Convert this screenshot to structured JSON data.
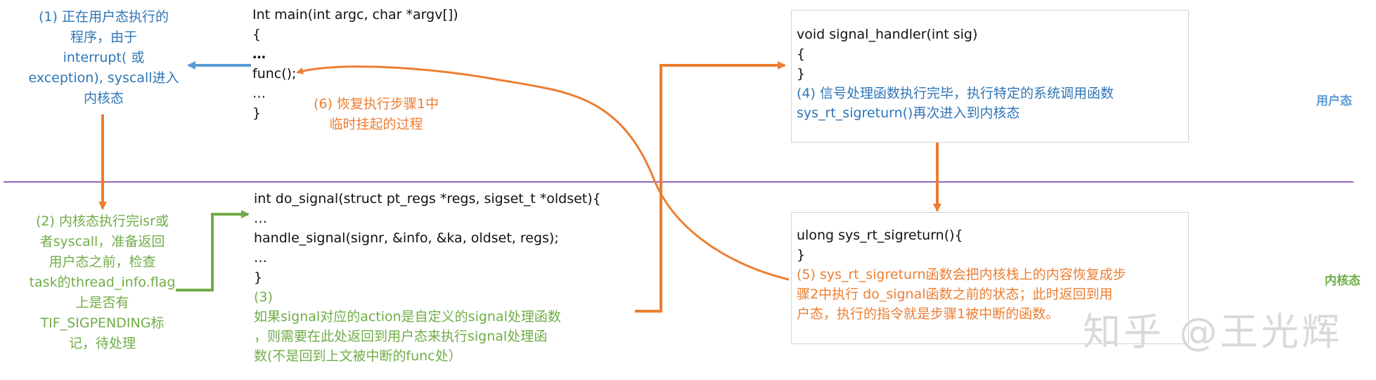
{
  "regions": {
    "user_label": "用户态",
    "kernel_label": "内核态"
  },
  "step1": {
    "lines": [
      "(1) 正在用户态执行的",
      "程序，由于",
      "interrupt( 或",
      "exception), syscall进入",
      "内核态"
    ]
  },
  "step2": {
    "lines": [
      "(2) 内核态执行完isr或",
      "者syscall，准备返回",
      "用户态之前，检查",
      "task的thread_info.flag",
      "上是否有",
      "TIF_SIGPENDING标",
      "记，待处理"
    ]
  },
  "main_code": {
    "lines": [
      "Int main(int argc, char *argv[])",
      "{",
      "…",
      "func();",
      "…",
      "}"
    ]
  },
  "step6": {
    "lines": [
      "(6) 恢复执行步骤1中",
      "临时挂起的过程"
    ]
  },
  "do_signal_code": {
    "lines": [
      "int do_signal(struct pt_regs *regs, sigset_t *oldset){",
      "…",
      "handle_signal(signr, &info, &ka, oldset, regs);",
      "…",
      "}"
    ]
  },
  "step3": {
    "lines": [
      "(3)",
      "如果signal对应的action是自定义的signal处理函数",
      "，则需要在此处返回到用户态来执行signal处理函",
      "数(不是回到上文被中断的func处）"
    ]
  },
  "handler_box": {
    "code": [
      "void signal_handler(int sig)",
      "{",
      "}"
    ],
    "note": [
      "(4) 信号处理函数执行完毕，执行特定的系统调用函数",
      "sys_rt_sigreturn()再次进入到内核态"
    ]
  },
  "sigreturn_box": {
    "code": [
      "ulong sys_rt_sigreturn(){",
      "}"
    ],
    "note": [
      "(5)  sys_rt_sigreturn函数会把内核栈上的内容恢复成步",
      "骤2中执行 do_signal函数之前的状态；此时返回到用",
      "户态，执行的指令就是步骤1被中断的函数。"
    ]
  },
  "watermark": "知乎 @王光辉",
  "colors": {
    "divider": "#7030a0",
    "orange": "#ed7d31",
    "blue": "#5b9bd5",
    "green": "#70ad47"
  }
}
